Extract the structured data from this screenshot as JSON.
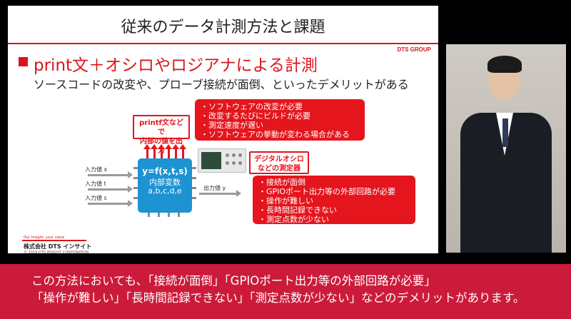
{
  "slide": {
    "title": "従来のデータ計測方法と課題",
    "brand_tag": "DTS GROUP",
    "heading": "print文＋オシロやロジアナによる計測",
    "subheading": "ソースコードの改変や、プローブ接続が面倒、といったデメリットがある",
    "software_issues": [
      "ソフトウェアの改変が必要",
      "改変するたびにビルドが必要",
      "測定速度が遅い",
      "ソフトウェアの挙動が変わる場合がある"
    ],
    "hardware_issues": [
      "接続が面倒",
      "GPIOポート出力等の外部回路が必要",
      "操作が難しい",
      "長時間記録できない",
      "測定点数が少ない"
    ],
    "callout_printf": [
      "printf文などで",
      "内部の値を出力"
    ],
    "callout_oscillo": [
      "デジタルオシロ",
      "などの測定器"
    ],
    "chip_formula": "y=f(x,t,s)",
    "chip_vars": [
      "内部変数",
      "a,b,c,d,e"
    ],
    "inputs": [
      "入力値 x",
      "入力値 t",
      "入力値 s"
    ],
    "output": "出力値 y",
    "footer": {
      "slogan": "Our Insight, your value",
      "company": "株式会社 DTS インサイト",
      "copyright": "© 2019 DTS INSIGHT CORPORATION"
    }
  },
  "caption": {
    "line1": "この方法においても、「接続が面倒」「GPIOポート出力等の外部回路が必要」",
    "line2": "「操作が難しい」「長時間記録できない」「測定点数が少ない」などのデメリットがあります。"
  },
  "colors": {
    "accent": "#d9151b",
    "chip": "#1d93d2",
    "caption_bg": "#cc1b3a"
  }
}
